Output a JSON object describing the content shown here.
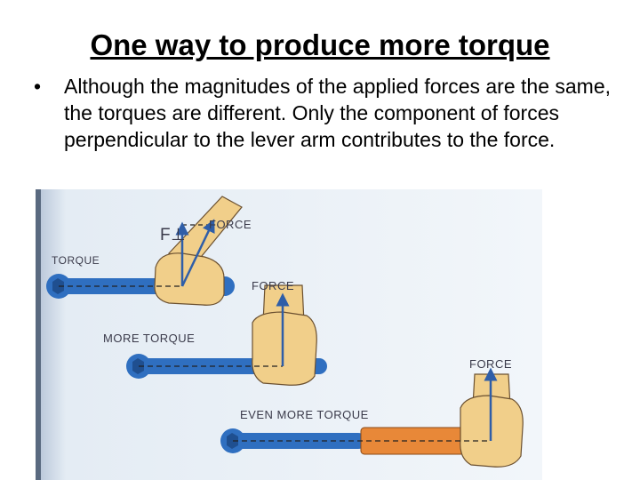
{
  "slide": {
    "title": "One way to produce more torque",
    "bullet_marker": "•",
    "bullet_text": "Although the magnitudes of the applied forces are the same, the torques are different. Only the component of forces perpendicular to the lever arm contributes to the force."
  },
  "figure": {
    "panels": [
      {
        "force_label": "FORCE",
        "torque_label": "TORQUE",
        "component_label": "F⊥"
      },
      {
        "force_label": "FORCE",
        "torque_label": "MORE TORQUE"
      },
      {
        "force_label": "FORCE",
        "torque_label": "EVEN MORE TORQUE"
      }
    ],
    "colors": {
      "page_bg": "#e4ecf4",
      "wrench": "#2f6fc0",
      "wrench_dark": "#1f4f90",
      "hand": "#f1cf8a",
      "hand_outline": "#6b5030",
      "arrow": "#2f5ea8",
      "lever_highlight": "#e88838"
    }
  }
}
